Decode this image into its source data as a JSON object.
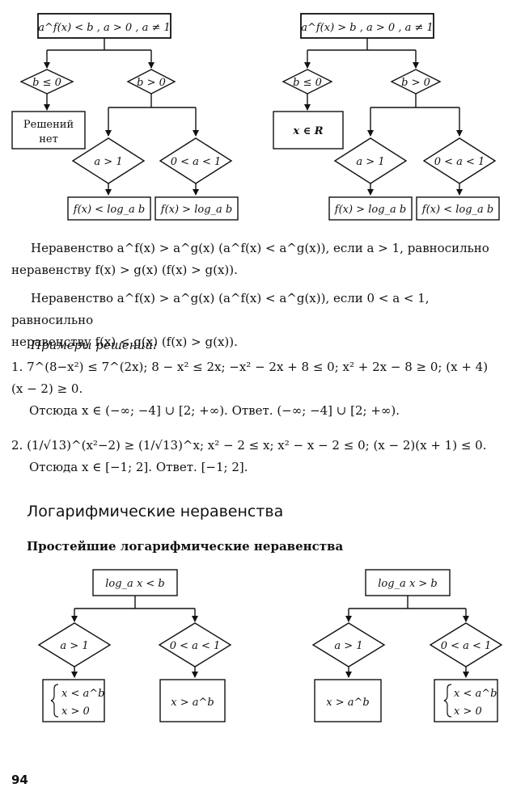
{
  "top_left": {
    "root": "a^f(x) < b , a > 0 , a ≠ 1",
    "b_le0": "b ≤ 0",
    "b_gt0": "b > 0",
    "no_sol_line1": "Решений",
    "no_sol_line2": "нет",
    "a_gt1": "a > 1",
    "a_between": "0 < a < 1",
    "res1": "f(x) < log_a b",
    "res2": "f(x) > log_a b"
  },
  "top_right": {
    "root": "a^f(x) > b , a > 0 , a ≠ 1",
    "b_le0": "b ≤ 0",
    "b_gt0": "b > 0",
    "all_real": "x ∈ R",
    "a_gt1": "a > 1",
    "a_between": "0 < a < 1",
    "res1": "f(x) > log_a b",
    "res2": "f(x) < log_a b"
  },
  "text": {
    "p1a": "Неравенство a^f(x) > a^g(x) (a^f(x) < a^g(x)), если a > 1, равносильно",
    "p1b": "неравенству f(x) > g(x) (f(x) > g(x)).",
    "p2a": "Неравенство a^f(x) > a^g(x) (a^f(x) < a^g(x)), если 0 < a < 1, равносильно",
    "p2b": "неравенству f(x) < g(x) (f(x) > g(x)).",
    "examples_heading": "Примеры решений:",
    "ex1a": "1. 7^(8−x²) ≤ 7^(2x); 8 − x² ≤ 2x; −x² − 2x + 8 ≤ 0; x² + 2x − 8 ≥ 0; (x + 4)(x − 2) ≥ 0.",
    "ex1b": "Отсюда x ∈ (−∞; −4] ∪ [2; +∞). Ответ. (−∞; −4] ∪ [2; +∞).",
    "ex2a": "2. (1/√13)^(x²−2) ≥ (1/√13)^x; x² − 2 ≤ x; x² − x − 2 ≤ 0; (x − 2)(x + 1) ≤ 0.",
    "ex2b": "Отсюда x ∈ [−1; 2]. Ответ. [−1; 2]."
  },
  "section_title": "Логарифмические неравенства",
  "subsection_title": "Простейшие логарифмические неравенства",
  "bottom_left": {
    "root": "log_a x < b",
    "a_gt1": "a > 1",
    "a_between": "0 < a < 1",
    "sys_line1": "x < a^b",
    "sys_line2": "x > 0",
    "res2": "x > a^b"
  },
  "bottom_right": {
    "root": "log_a x > b",
    "a_gt1": "a > 1",
    "a_between": "0 < a < 1",
    "res1": "x > a^b",
    "sys_line1": "x < a^b",
    "sys_line2": "x > 0"
  },
  "page_number": "94"
}
